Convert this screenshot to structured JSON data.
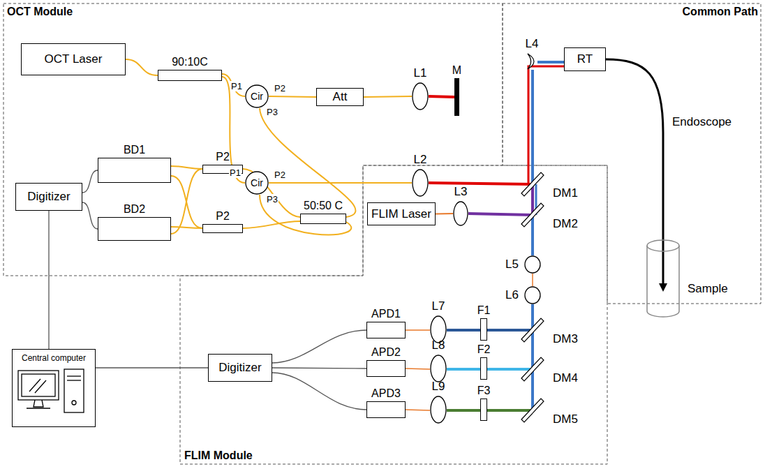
{
  "diagram": {
    "nodes": [
      {
        "text": [
          "OCT Laser"
        ]
      },
      {
        "text": [
          "90:10C"
        ]
      },
      {
        "text": [
          "Cir"
        ]
      },
      {
        "text": [
          "Att"
        ]
      },
      {
        "text": [
          "L1"
        ]
      },
      {
        "text": [
          "M"
        ]
      },
      {
        "text": [
          "Cir"
        ]
      },
      {
        "text": [
          "L2"
        ]
      },
      {
        "text": [
          "BD1"
        ]
      },
      {
        "text": [
          "BD2"
        ]
      },
      {
        "text": [
          "P2"
        ]
      },
      {
        "text": [
          "P2"
        ]
      },
      {
        "text": [
          "50:50 C"
        ]
      },
      {
        "text": [
          "Digitizer"
        ]
      },
      {
        "text": [
          "L4"
        ]
      },
      {
        "text": [
          "RT"
        ]
      },
      {
        "text": [
          "DM1"
        ]
      },
      {
        "text": [
          "FLIM Laser"
        ]
      },
      {
        "text": [
          "L3"
        ]
      },
      {
        "text": [
          "DM2"
        ]
      },
      {
        "text": [
          "L5"
        ]
      },
      {
        "text": [
          "L6"
        ]
      },
      {
        "text": [
          "DM3"
        ]
      },
      {
        "text": [
          "DM4"
        ]
      },
      {
        "text": [
          "DM5"
        ]
      },
      {
        "text": [
          "F1"
        ]
      },
      {
        "text": [
          "F2"
        ]
      },
      {
        "text": [
          "F3"
        ]
      },
      {
        "text": [
          "L7"
        ]
      },
      {
        "text": [
          "L8"
        ]
      },
      {
        "text": [
          "L9"
        ]
      },
      {
        "text": [
          "APD1"
        ]
      },
      {
        "text": [
          "APD2"
        ]
      },
      {
        "text": [
          "APD3"
        ]
      },
      {
        "text": [
          "Digitizer"
        ]
      },
      {
        "text": [
          "Central computer"
        ]
      }
    ],
    "edges": [
      {
        "from": 0,
        "to": 1,
        "arrow": "none"
      },
      {
        "from": 1,
        "to": 2,
        "arrow": "none"
      },
      {
        "from": 1,
        "to": 6,
        "arrow": "none"
      },
      {
        "from": 2,
        "to": 3,
        "arrow": "none"
      },
      {
        "from": 3,
        "to": 4,
        "arrow": "none"
      },
      {
        "from": 4,
        "to": 5,
        "arrow": "none"
      },
      {
        "from": 2,
        "to": 12,
        "arrow": "none"
      },
      {
        "from": 6,
        "to": 7,
        "arrow": "none"
      },
      {
        "from": 6,
        "to": 12,
        "arrow": "none"
      },
      {
        "from": 12,
        "to": 10,
        "arrow": "none"
      },
      {
        "from": 12,
        "to": 11,
        "arrow": "none"
      },
      {
        "from": 10,
        "to": 8,
        "arrow": "none"
      },
      {
        "from": 10,
        "to": 9,
        "arrow": "none"
      },
      {
        "from": 11,
        "to": 8,
        "arrow": "none"
      },
      {
        "from": 11,
        "to": 9,
        "arrow": "none"
      },
      {
        "from": 8,
        "to": 13,
        "arrow": "none"
      },
      {
        "from": 9,
        "to": 13,
        "arrow": "none"
      },
      {
        "from": 13,
        "to": 35,
        "arrow": "none"
      },
      {
        "from": 7,
        "to": 16,
        "arrow": "none"
      },
      {
        "from": 16,
        "to": 14,
        "arrow": "none"
      },
      {
        "from": 14,
        "to": 15,
        "arrow": "none"
      },
      {
        "from": 17,
        "to": 18,
        "arrow": "none"
      },
      {
        "from": 18,
        "to": 19,
        "arrow": "none"
      },
      {
        "from": 19,
        "to": 16,
        "arrow": "none"
      },
      {
        "from": 19,
        "to": 20,
        "arrow": "none"
      },
      {
        "from": 20,
        "to": 21,
        "arrow": "none"
      },
      {
        "from": 21,
        "to": 22,
        "arrow": "none"
      },
      {
        "from": 22,
        "to": 23,
        "arrow": "none"
      },
      {
        "from": 23,
        "to": 24,
        "arrow": "none"
      },
      {
        "from": 22,
        "to": 25,
        "arrow": "none"
      },
      {
        "from": 25,
        "to": 28,
        "arrow": "none"
      },
      {
        "from": 28,
        "to": 31,
        "arrow": "none"
      },
      {
        "from": 23,
        "to": 26,
        "arrow": "none"
      },
      {
        "from": 26,
        "to": 29,
        "arrow": "none"
      },
      {
        "from": 29,
        "to": 32,
        "arrow": "none"
      },
      {
        "from": 24,
        "to": 27,
        "arrow": "none"
      },
      {
        "from": 27,
        "to": 30,
        "arrow": "none"
      },
      {
        "from": 30,
        "to": 33,
        "arrow": "none"
      },
      {
        "from": 31,
        "to": 34,
        "arrow": "none"
      },
      {
        "from": 32,
        "to": 34,
        "arrow": "none"
      },
      {
        "from": 33,
        "to": 34,
        "arrow": "none"
      },
      {
        "from": 34,
        "to": 35,
        "arrow": "none"
      }
    ],
    "labels": [
      "OCT Module",
      "Common Path",
      "FLIM Module",
      "P1",
      "P2",
      "P3",
      "P1",
      "P2",
      "P3",
      "Endoscope",
      "Sample"
    ]
  }
}
